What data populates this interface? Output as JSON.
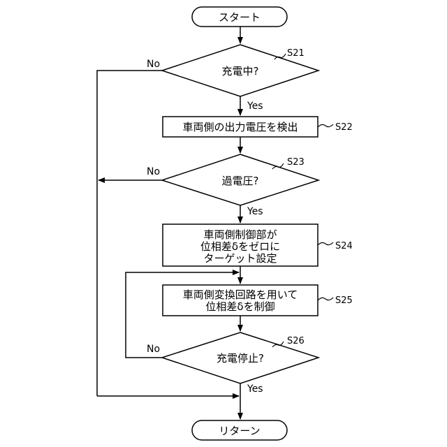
{
  "nodes": {
    "start": "スタート",
    "s21": "充電中?",
    "s22": "車両側の出力電圧を検出",
    "s23": "過電圧?",
    "s24": [
      "車両側制御部が",
      "位相差δをゼロに",
      "ターゲット設定"
    ],
    "s25": [
      "車両側変換回路を用いて",
      "位相差δを制御"
    ],
    "s26": "充電停止?",
    "end": "リターン"
  },
  "step_labels": {
    "s21": "S21",
    "s22": "S22",
    "s23": "S23",
    "s24": "S24",
    "s25": "S25",
    "s26": "S26"
  },
  "branch_labels": {
    "s21_yes": "Yes",
    "s21_no": "No",
    "s23_yes": "Yes",
    "s23_no": "No",
    "s26_yes": "Yes",
    "s26_no": "No"
  }
}
